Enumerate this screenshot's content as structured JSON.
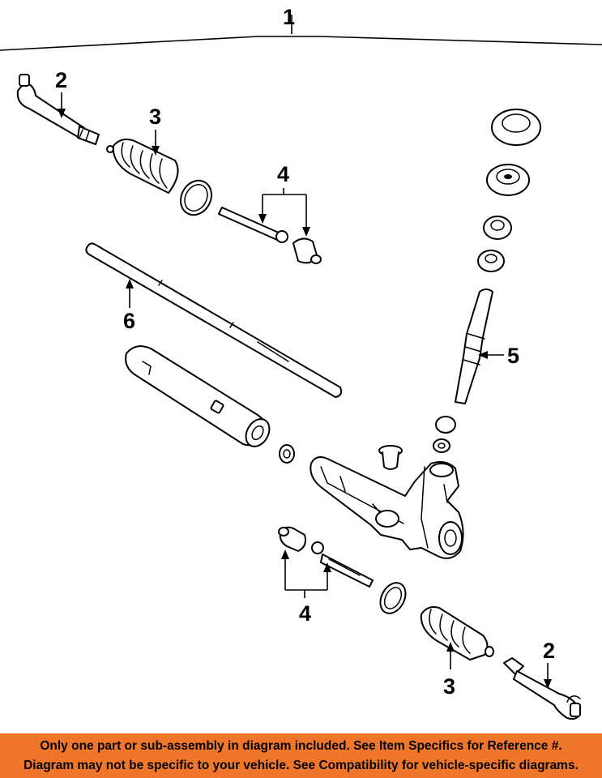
{
  "callouts": {
    "assembly": "1",
    "tie_rod_end_left": "2",
    "boot_left": "3",
    "inner_tie_rod_upper": "4",
    "pinion": "5",
    "rack": "6",
    "inner_tie_rod_lower": "4",
    "boot_right": "3",
    "tie_rod_end_right": "2"
  },
  "notice": {
    "line1": "Only one part or sub-assembly in diagram included. See Item Specifics for Reference #.",
    "line2": "Diagram may not be specific to your vehicle. See Compatibility for vehicle-specific diagrams."
  },
  "colors": {
    "notice_background": "#f0762a",
    "line_art": "#000000",
    "background": "#ffffff"
  }
}
